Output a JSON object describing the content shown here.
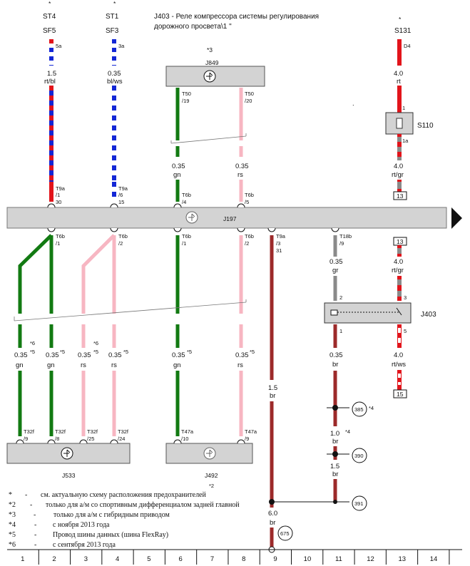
{
  "title": [
    "J403 - Реле компрессора системы регулирования",
    "дорожного просвета\\1 \""
  ],
  "colors": {
    "red": "#e2141b",
    "blue": "#1327d6",
    "green": "#127a12",
    "pink": "#f7b6c2",
    "brown": "#9c2a2a",
    "gray": "#8a8a8a",
    "white": "#ffffff",
    "box": "#d3d3d3"
  },
  "fuses": [
    {
      "star": "*",
      "line1": "ST4",
      "line2": "SF5",
      "pin": "5a"
    },
    {
      "star": "*",
      "line1": "ST1",
      "line2": "SF3",
      "pin": "3a"
    },
    {
      "star": "*",
      "line1": "S131",
      "line2": "",
      "pin": "D4"
    }
  ],
  "j849": {
    "star": "*3",
    "name": "J849"
  },
  "j197": {
    "name": "J197"
  },
  "s110": {
    "name": "S110",
    "pin_top": "1",
    "pin_bottom": "1a"
  },
  "j403": {
    "name": "J403",
    "pins": [
      "2",
      "3",
      "1",
      "5"
    ]
  },
  "j533": {
    "name": "J533"
  },
  "j492": {
    "star": "*2",
    "name": "J492"
  },
  "top_labels": {
    "w1_size": "1.5",
    "w1_color": "rt/bl",
    "w2_size": "0.35",
    "w2_color": "bl/ws",
    "j849_p1": [
      "T50",
      "/19"
    ],
    "j849_p2": [
      "T50",
      "/20"
    ],
    "w3_size": "0.35",
    "w3_color": "gn",
    "w4_size": "0.35",
    "w4_color": "rs",
    "s131_size": "4.0",
    "s131_color": "rt",
    "s110_out_size": "4.0",
    "s110_out_color": "rt/gr",
    "c1": [
      "T9a",
      "/1",
      "30"
    ],
    "c2": [
      "T9a",
      "/6",
      "15"
    ],
    "c3": [
      "T6b",
      "/4"
    ],
    "c4": [
      "T6b",
      "/5"
    ],
    "ref_top": "13"
  },
  "bus_labels": {
    "b1": [
      "T6b",
      "/1"
    ],
    "b2": [
      "T6b",
      "/2"
    ],
    "b3": [
      "T6b",
      "/1"
    ],
    "b4": [
      "T6b",
      "/2"
    ],
    "b5": [
      "T9a",
      "/3",
      "31"
    ],
    "b6": [
      "T18b",
      "/9"
    ],
    "ref_right": "13"
  },
  "mid_labels": {
    "gr_size": "0.35",
    "gr_color": "gr",
    "rtgr_size": "4.0",
    "rtgr_color": "rt/gr",
    "br1_size": "0.35",
    "br1_color": "br",
    "rtws_size": "4.0",
    "rtws_color": "rt/ws",
    "ref_15": "15",
    "can": [
      {
        "size": "0.35",
        "color": "gn",
        "star": "*6",
        "star2": "*5"
      },
      {
        "size": "0.35",
        "color": "gn",
        "star": "*5",
        "star2": ""
      },
      {
        "size": "0.35",
        "color": "rs",
        "star": "*6",
        "star2": "*5"
      },
      {
        "size": "0.35",
        "color": "rs",
        "star": "*5",
        "star2": ""
      },
      {
        "size": "0.35",
        "color": "gn",
        "star": "*5",
        "star2": ""
      },
      {
        "size": "0.35",
        "color": "rs",
        "star": "*5",
        "star2": ""
      }
    ],
    "br_main_size": "1.5",
    "br_main_color": "br",
    "br2_size": "1.0",
    "br2_color": "br",
    "br2_star": "*4",
    "br3_size": "1.5",
    "br3_color": "br",
    "br4_size": "6.0",
    "br4_color": "br",
    "ref385": "385",
    "ref385_star": "*4",
    "ref390": "390",
    "ref391": "391",
    "ref675": "675"
  },
  "bottom_connectors": [
    [
      "T32f",
      "/9"
    ],
    [
      "T32f",
      "/8"
    ],
    [
      "T32f",
      "/25"
    ],
    [
      "T32f",
      "/24"
    ],
    [
      "T47a",
      "/10"
    ],
    [
      "T47a",
      "/9"
    ]
  ],
  "footnotes": [
    {
      "mark": "*",
      "dash": "-",
      "text": "см. актуальную схему расположения предохранителей"
    },
    {
      "mark": "*2",
      "dash": "-",
      "text": "только для а/м со спортивным дифференциалом задней главной"
    },
    {
      "mark": "*3",
      "dash": "-",
      "text": "только для а/м с гибридным приводом"
    },
    {
      "mark": "*4",
      "dash": "-",
      "text": "с ноября 2013 года"
    },
    {
      "mark": "*5",
      "dash": "-",
      "text": "Провод шины данных (шина FlexRay)"
    },
    {
      "mark": "*6",
      "dash": "-",
      "text": "с сентября 2013 года"
    }
  ],
  "grid": [
    "1",
    "2",
    "3",
    "4",
    "5",
    "6",
    "7",
    "8",
    "9",
    "10",
    "11",
    "12",
    "13",
    "14"
  ]
}
